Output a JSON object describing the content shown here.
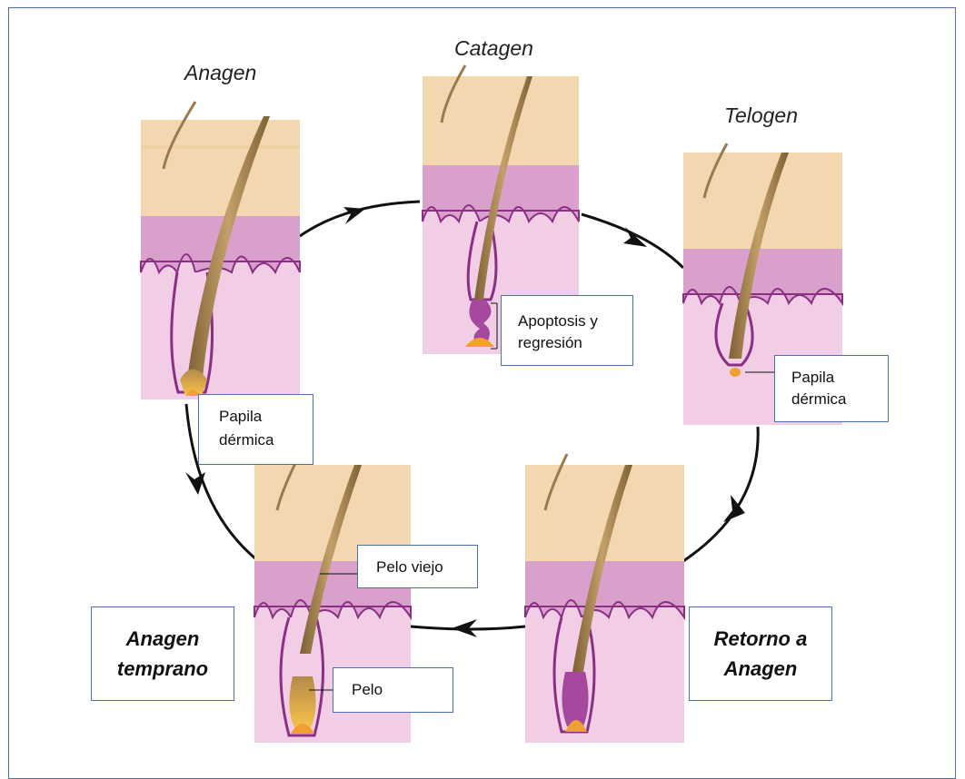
{
  "stages": {
    "anagen": "Anagen",
    "catagen": "Catagen",
    "telogen": "Telogen",
    "early_anagen_line1": "Anagen",
    "early_anagen_line2": "temprano",
    "return_anagen_line1": "Retorno a",
    "return_anagen_line2": "Anagen"
  },
  "labels": {
    "anagen_papila_line1": "Papila",
    "anagen_papila_line2": "dérmica",
    "catagen_apoptosis_line1": "Apoptosis y",
    "catagen_apoptosis_line2": "regresión",
    "telogen_papila_line1": "Papila",
    "telogen_papila_line2": "dérmica",
    "old_hair": "Pelo viejo",
    "hair": "Pelo"
  },
  "colors": {
    "skin_top": "#f3d7b0",
    "dermis": "#d9a0cc",
    "lower_dermis": "#f2cde6",
    "follicle_edge": "#8a2f83",
    "hair": "#9b7a4e",
    "papilla": "#f0a030",
    "box_border": "#4b6fb5",
    "frame_border": "#4f6fa8"
  }
}
